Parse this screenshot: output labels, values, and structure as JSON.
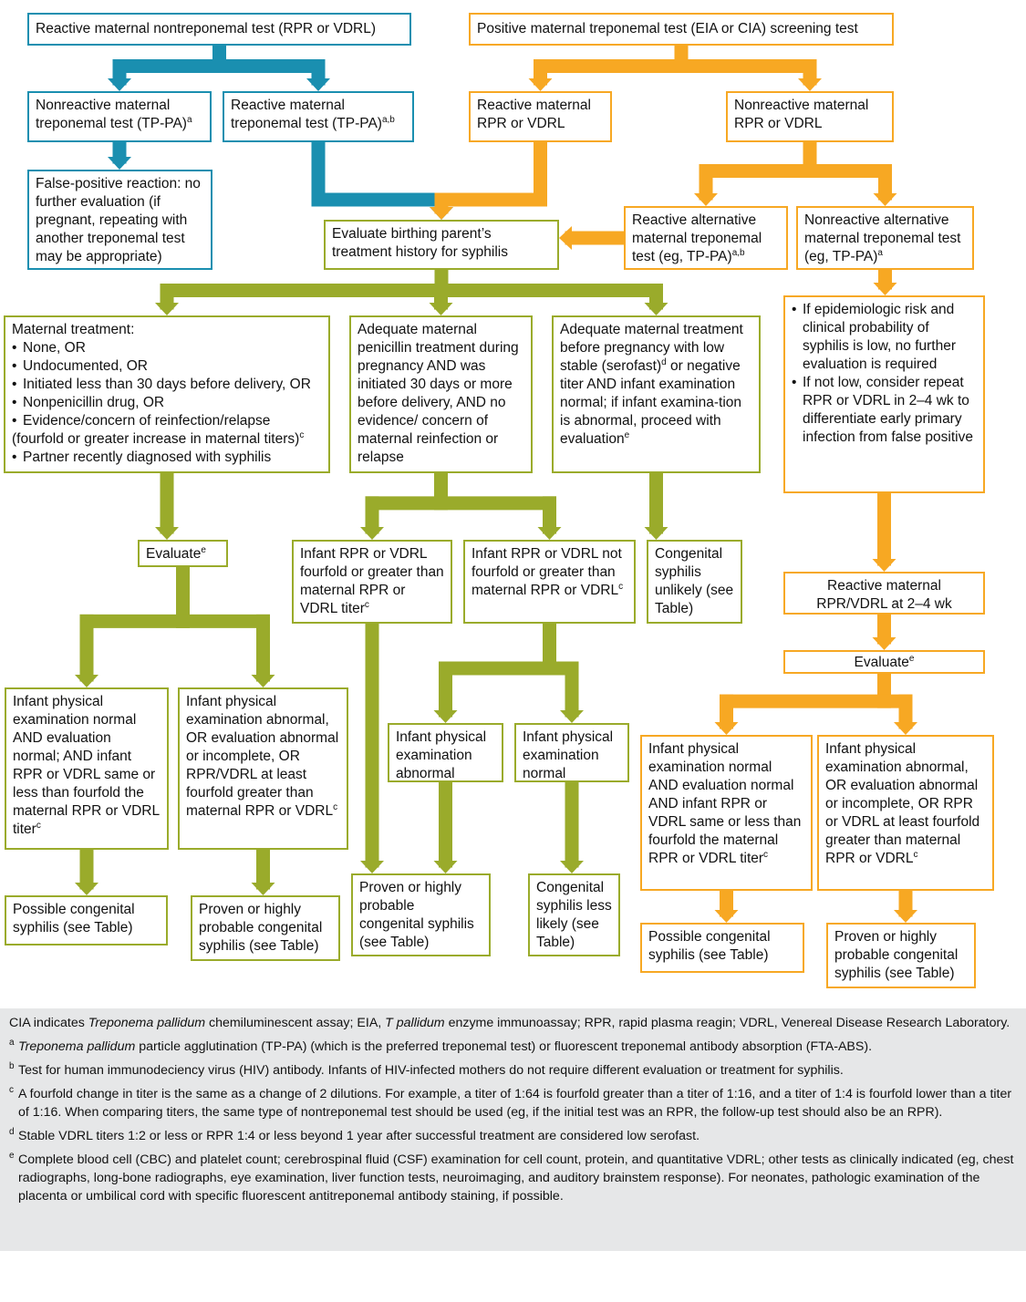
{
  "colors": {
    "blue": "#1a8fb0",
    "orange": "#f7a823",
    "green": "#9aab2b",
    "legend_bg": "#e6e7e8"
  },
  "nodes": [
    {
      "id": "n1",
      "color": "blue",
      "text": "Reactive maternal nontreponemal test (RPR or VDRL)"
    },
    {
      "id": "n2",
      "color": "orange",
      "text": "Positive maternal treponemal test (EIA or CIA) screening test"
    },
    {
      "id": "n3",
      "color": "blue",
      "text": "Nonreactive maternal treponemal test (TP-PA)",
      "sup": "a"
    },
    {
      "id": "n4",
      "color": "blue",
      "text": "Reactive maternal treponemal test (TP-PA)",
      "sup": "a,b"
    },
    {
      "id": "n5",
      "color": "orange",
      "text": "Reactive maternal RPR or VDRL"
    },
    {
      "id": "n6",
      "color": "orange",
      "text": "Nonreactive maternal RPR or VDRL"
    },
    {
      "id": "n7",
      "color": "blue",
      "text": "False-positive reaction: no further evaluation (if pregnant, repeating with another treponemal test may be appropriate)"
    },
    {
      "id": "n8",
      "color": "green",
      "text": "Evaluate birthing parent’s treatment history for syphilis"
    },
    {
      "id": "n9",
      "color": "orange",
      "text": "Reactive alternative maternal treponemal test (eg, TP-PA)",
      "sup": "a,b"
    },
    {
      "id": "n10",
      "color": "orange",
      "text": "Nonreactive alternative maternal treponemal test (eg, TP-PA)",
      "sup": "a"
    },
    {
      "id": "n11",
      "color": "green",
      "title": "Maternal treatment:",
      "items": [
        "None, OR",
        "Undocumented, OR",
        "Initiated less than 30 days before delivery, OR",
        "Nonpenicillin drug, OR",
        "Evidence/concern of reinfection/relapse"
      ],
      "hang": "(fourfold or greater increase in maternal titers)",
      "hang_sup": "c",
      "last": "Partner recently diagnosed with syphilis"
    },
    {
      "id": "n12",
      "color": "green",
      "text": "Adequate maternal penicillin treatment during pregnancy AND was initiated 30 days or more before delivery, AND no evidence/ concern of maternal reinfection or relapse"
    },
    {
      "id": "n13",
      "color": "green",
      "text": "Adequate maternal treatment before pregnancy with low stable (serofast)",
      "sup": "d",
      "text2": " or negative titer AND infant examination normal; if infant examina-tion is abnormal, proceed with evaluation",
      "sup2": "e"
    },
    {
      "id": "n14",
      "color": "orange",
      "items": [
        "If epidemiologic risk and clinical probability of syphilis is low, no further evaluation is required",
        "If not low, consider repeat RPR or VDRL in 2–4 wk to differentiate early primary infection from false positive"
      ]
    },
    {
      "id": "n15",
      "color": "green",
      "text": "Evaluate",
      "sup": "e"
    },
    {
      "id": "n16",
      "color": "green",
      "text": "Infant RPR or VDRL fourfold or greater than maternal RPR or VDRL titer",
      "sup": "c"
    },
    {
      "id": "n17",
      "color": "green",
      "text": "Infant RPR or VDRL not fourfold or greater than maternal RPR or VDRL",
      "sup": "c"
    },
    {
      "id": "n18",
      "color": "green",
      "text": "Congenital syphilis unlikely (see Table)"
    },
    {
      "id": "n19",
      "color": "orange",
      "text": "Reactive maternal RPR/VDRL at 2–4 wk"
    },
    {
      "id": "n20",
      "color": "orange",
      "text": "Evaluate",
      "sup": "e"
    },
    {
      "id": "n21",
      "color": "green",
      "text": "Infant physical examination normal AND evaluation normal; AND infant RPR or VDRL same or less than fourfold the maternal RPR or VDRL titer",
      "sup": "c"
    },
    {
      "id": "n22",
      "color": "green",
      "text": "Infant physical examination abnormal, OR evaluation abnormal or incomplete, OR RPR/VDRL at least fourfold greater than maternal RPR or VDRL",
      "sup": "c"
    },
    {
      "id": "n23",
      "color": "green",
      "text": "Infant physical examination abnormal"
    },
    {
      "id": "n24",
      "color": "green",
      "text": "Infant physical examination normal"
    },
    {
      "id": "n25",
      "color": "orange",
      "text": "Infant physical examination normal AND evaluation normal AND infant RPR or VDRL same or less than fourfold the maternal RPR or VDRL titer",
      "sup": "c"
    },
    {
      "id": "n26",
      "color": "orange",
      "text": "Infant physical examination abnormal, OR evaluation abnormal or incomplete, OR RPR or VDRL at least fourfold greater than maternal RPR or VDRL",
      "sup": "c"
    },
    {
      "id": "n27",
      "color": "green",
      "text": "Possible congenital syphilis (see Table)"
    },
    {
      "id": "n28",
      "color": "green",
      "text": "Proven or highly probable congenital syphilis (see Table)"
    },
    {
      "id": "n29",
      "color": "green",
      "text": "Proven or highly probable congenital syphilis (see Table)"
    },
    {
      "id": "n30",
      "color": "green",
      "text": "Congenital syphilis less likely (see Table)"
    },
    {
      "id": "n31",
      "color": "orange",
      "text": "Possible congenital syphilis (see Table)"
    },
    {
      "id": "n32",
      "color": "orange",
      "text": "Proven or highly probable congenital syphilis (see Table)"
    }
  ],
  "connectors": [
    {
      "from": "n1",
      "to": [
        "n3",
        "n4"
      ],
      "color": "blue"
    },
    {
      "from": "n2",
      "to": [
        "n5",
        "n6"
      ],
      "color": "orange"
    },
    {
      "from": "n3",
      "to": [
        "n7"
      ],
      "color": "blue"
    },
    {
      "from": "n4",
      "to": [
        "n8"
      ],
      "color": "blue"
    },
    {
      "from": "n5",
      "to": [
        "n8"
      ],
      "color": "orange"
    },
    {
      "from": "n6",
      "to": [
        "n9",
        "n10"
      ],
      "color": "orange"
    },
    {
      "from": "n9",
      "to": [
        "n8"
      ],
      "color": "orange"
    },
    {
      "from": "n8",
      "to": [
        "n11",
        "n12",
        "n13"
      ],
      "color": "green"
    },
    {
      "from": "n10",
      "to": [
        "n14"
      ],
      "color": "orange"
    },
    {
      "from": "n11",
      "to": [
        "n15"
      ],
      "color": "green"
    },
    {
      "from": "n12",
      "to": [
        "n16",
        "n17"
      ],
      "color": "green"
    },
    {
      "from": "n13",
      "to": [
        "n18"
      ],
      "color": "green"
    },
    {
      "from": "n14",
      "to": [
        "n19"
      ],
      "color": "orange"
    },
    {
      "from": "n19",
      "to": [
        "n20"
      ],
      "color": "orange"
    },
    {
      "from": "n15",
      "to": [
        "n21",
        "n22"
      ],
      "color": "green"
    },
    {
      "from": "n16",
      "to": [
        "n29"
      ],
      "color": "green"
    },
    {
      "from": "n17",
      "to": [
        "n23",
        "n24"
      ],
      "color": "green"
    },
    {
      "from": "n20",
      "to": [
        "n25",
        "n26"
      ],
      "color": "orange"
    },
    {
      "from": "n21",
      "to": [
        "n27"
      ],
      "color": "green"
    },
    {
      "from": "n22",
      "to": [
        "n28"
      ],
      "color": "green"
    },
    {
      "from": "n23",
      "to": [
        "n29"
      ],
      "color": "green"
    },
    {
      "from": "n24",
      "to": [
        "n30"
      ],
      "color": "green"
    },
    {
      "from": "n25",
      "to": [
        "n31"
      ],
      "color": "orange"
    },
    {
      "from": "n26",
      "to": [
        "n32"
      ],
      "color": "orange"
    }
  ],
  "legend": {
    "abbr_1": "CIA indicates ",
    "abbr_i1": "Treponema pallidum",
    "abbr_2": " chemiluminescent assay; EIA, ",
    "abbr_i2": "T pallidum",
    "abbr_3": " enzyme immunoassay; RPR, rapid plasma reagin; VDRL, Venereal Disease Research Laboratory.",
    "footnotes": [
      {
        "mark": "a",
        "italic": "Treponema pallidum",
        "text": " particle agglutination (TP-PA) (which is the preferred treponemal test) or fluorescent treponemal antibody absorption (FTA-ABS)."
      },
      {
        "mark": "b",
        "text": "Test for human immunodeciency virus (HIV) antibody. Infants of HIV-infected mothers do not require different evaluation or treatment for syphilis."
      },
      {
        "mark": "c",
        "text": "A fourfold change in titer is the same as a change of 2 dilutions. For example, a titer of 1:64 is fourfold greater than a titer of 1:16, and a titer of 1:4 is fourfold lower than a titer of 1:16. When comparing titers, the same type of nontreponemal test should be used (eg, if the initial test was an RPR, the follow-up test should also be an RPR)."
      },
      {
        "mark": "d",
        "text": "Stable VDRL titers 1:2 or less or RPR 1:4 or less beyond 1 year after successful treatment are considered low serofast."
      },
      {
        "mark": "e",
        "text": "Complete blood cell (CBC) and platelet count; cerebrospinal fluid (CSF) examination for cell count, protein, and quantitative VDRL; other tests as clinically indicated (eg, chest radiographs, long-bone radiographs, eye examination, liver function tests, neuroimaging, and auditory brainstem response). For neonates, pathologic examination of the placenta or umbilical cord with specific fluorescent antitreponemal antibody staining, if possible."
      }
    ]
  }
}
